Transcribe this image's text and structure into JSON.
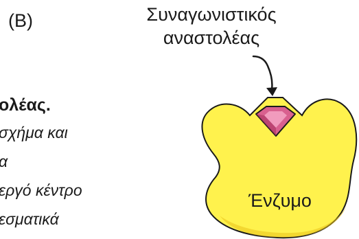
{
  "figure": {
    "panel_label": "(B)",
    "inhibitor_label_line1": "Συναγωνιστικός",
    "inhibitor_label_line2": "αναστολέας",
    "enzyme_label": "Ένζυμο"
  },
  "side_text": {
    "heading": "ολέας.",
    "lines": [
      "σχήμα και",
      "α",
      "εργό κέντρο",
      "εσματικά"
    ]
  },
  "colors": {
    "enzyme_fill": "#fff24d",
    "enzyme_shadow": "#e9c21c",
    "inhibitor_fill": "#d9608f",
    "inhibitor_light": "#f19bbd",
    "inhibitor_dark": "#a8325f",
    "outline": "#1a1a1a"
  }
}
